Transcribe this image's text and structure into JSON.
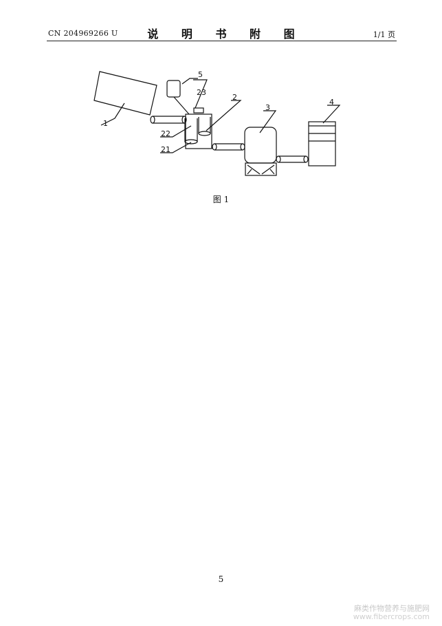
{
  "header": {
    "patent_number": "CN 204969266 U",
    "title": "说 明 书 附 图",
    "page_indicator": "1/1 页"
  },
  "figure": {
    "labels": {
      "l1": "1",
      "l2": "2",
      "l3": "3",
      "l4": "4",
      "l5": "5",
      "l21": "21",
      "l22": "22",
      "l23": "23"
    },
    "caption": "图 1"
  },
  "footer": {
    "page_number": "5"
  },
  "watermark": {
    "site_name_cn": "麻类作物营养与施肥网",
    "site_url": "www.fibercrops.com"
  }
}
